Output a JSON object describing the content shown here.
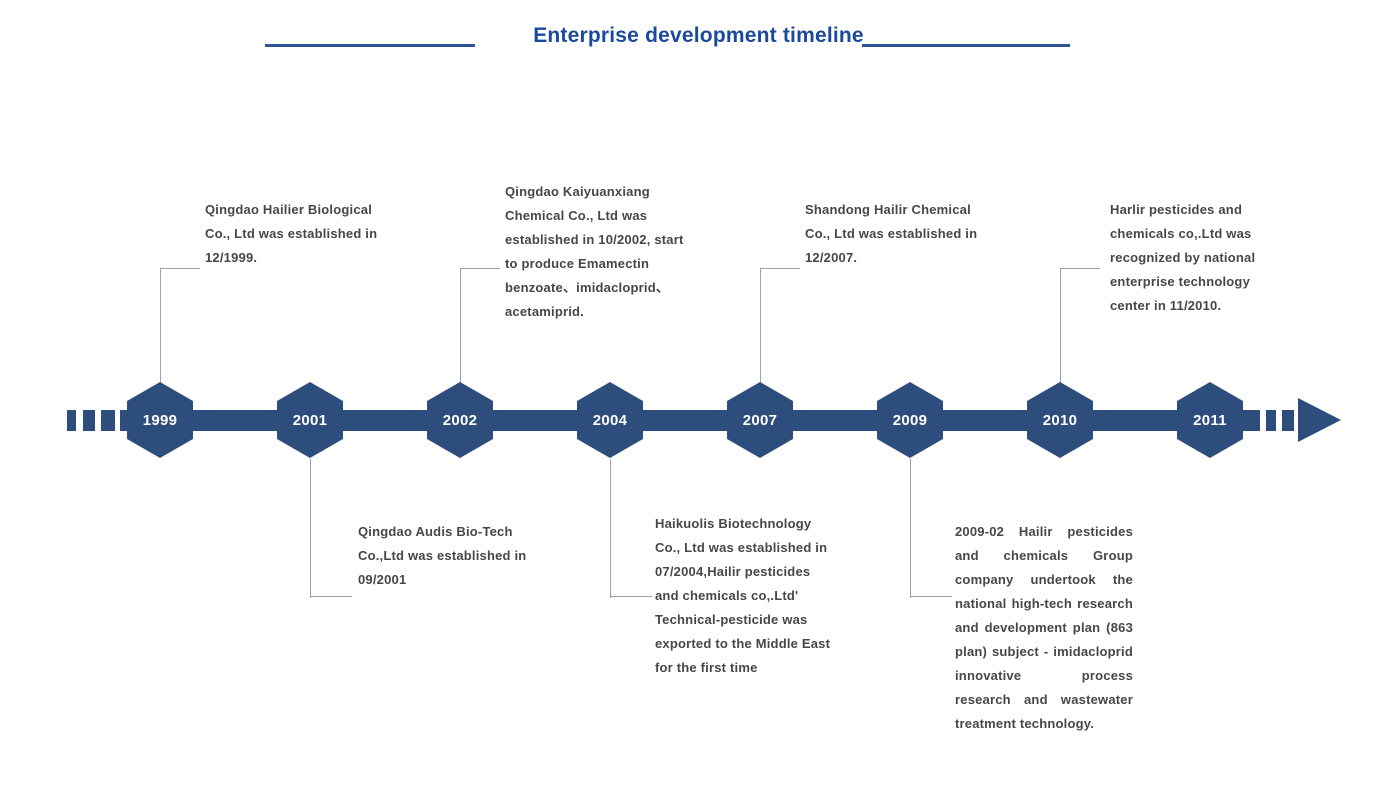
{
  "title": "Enterprise development timeline",
  "colors": {
    "navy": "#2d4d7d",
    "titleBlue": "#1b4a9c",
    "text": "#474747",
    "connector": "#9aa2ad"
  },
  "icons": {
    "timeline_arrow": "right-arrow"
  },
  "timeline": {
    "events": [
      {
        "year": "1999",
        "side": "above",
        "text": "Qingdao Hailier Biological Co., Ltd was established in 12/1999."
      },
      {
        "year": "2001",
        "side": "below",
        "text": "Qingdao Audis Bio-Tech Co.,Ltd was established in 09/2001"
      },
      {
        "year": "2002",
        "side": "above",
        "text": "Qingdao Kaiyuanxiang Chemical Co., Ltd was established in 10/2002, start to produce Emamectin benzoate、imidacloprid、acetamiprid."
      },
      {
        "year": "2004",
        "side": "below",
        "text": "Haikuolis Biotechnology Co., Ltd was established in 07/2004,Hailir pesticides and chemicals co,.Ltd' Technical-pesticide was exported to the Middle East for the first time"
      },
      {
        "year": "2007",
        "side": "above",
        "text": "Shandong Hailir Chemical Co., Ltd was established in 12/2007."
      },
      {
        "year": "2009",
        "side": "below",
        "text": "2009-02 Hailir pesticides and chemicals Group company undertook the national high-tech research and development plan (863 plan) subject - imidacloprid innovative process research and wastewater treatment technology."
      },
      {
        "year": "2010",
        "side": "above",
        "text": "Harlir pesticides and chemicals co,.Ltd was recognized by national enterprise technology center in 11/2010."
      },
      {
        "year": "2011",
        "side": "none",
        "text": ""
      }
    ]
  }
}
